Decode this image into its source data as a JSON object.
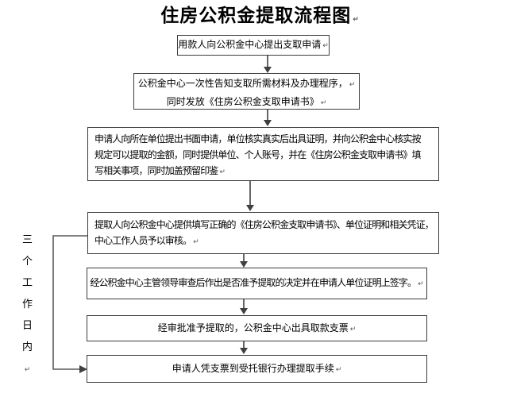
{
  "title": {
    "text": "住房公积金提取流程图"
  },
  "return_mark": "↵",
  "side_label": {
    "text": "三个工作日内"
  },
  "steps": [
    {
      "lines": [
        "用款人向公积金中心提出支取申请"
      ]
    },
    {
      "lines": [
        "公积金中心一次性告知支取所需材料及办理程序，",
        "同时发放《住房公积金支取申请书》"
      ]
    },
    {
      "lines": [
        "申请人向所在单位提出书面申请，单位核实真实后出具证明，并向公积金中心核实按",
        "规定可以提取的金额，同时提供单位、个人账号，并在《住房公积金支取申请书》填",
        "写相关事项，同时加盖预留印鉴"
      ]
    },
    {
      "lines": [
        "提取人向公积金中心提供填写正确的《住房公积金支取申请书》、单位证明和相关凭证，",
        "中心工作人员予以审核。"
      ]
    },
    {
      "lines": [
        "经公积金中心主管领导审查后作出是否准予提取的决定并在申请人单位证明上签字。"
      ]
    },
    {
      "lines": [
        "经审批准予提取的，公积金中心出具取款支票"
      ]
    },
    {
      "lines": [
        "申请人凭支票到受托银行办理提取手续"
      ]
    }
  ],
  "colors": {
    "background": "#ffffff",
    "box_border": "#3c3c3c",
    "text": "#000000",
    "connector": "#3f3f3f",
    "bracket": "#595959"
  }
}
